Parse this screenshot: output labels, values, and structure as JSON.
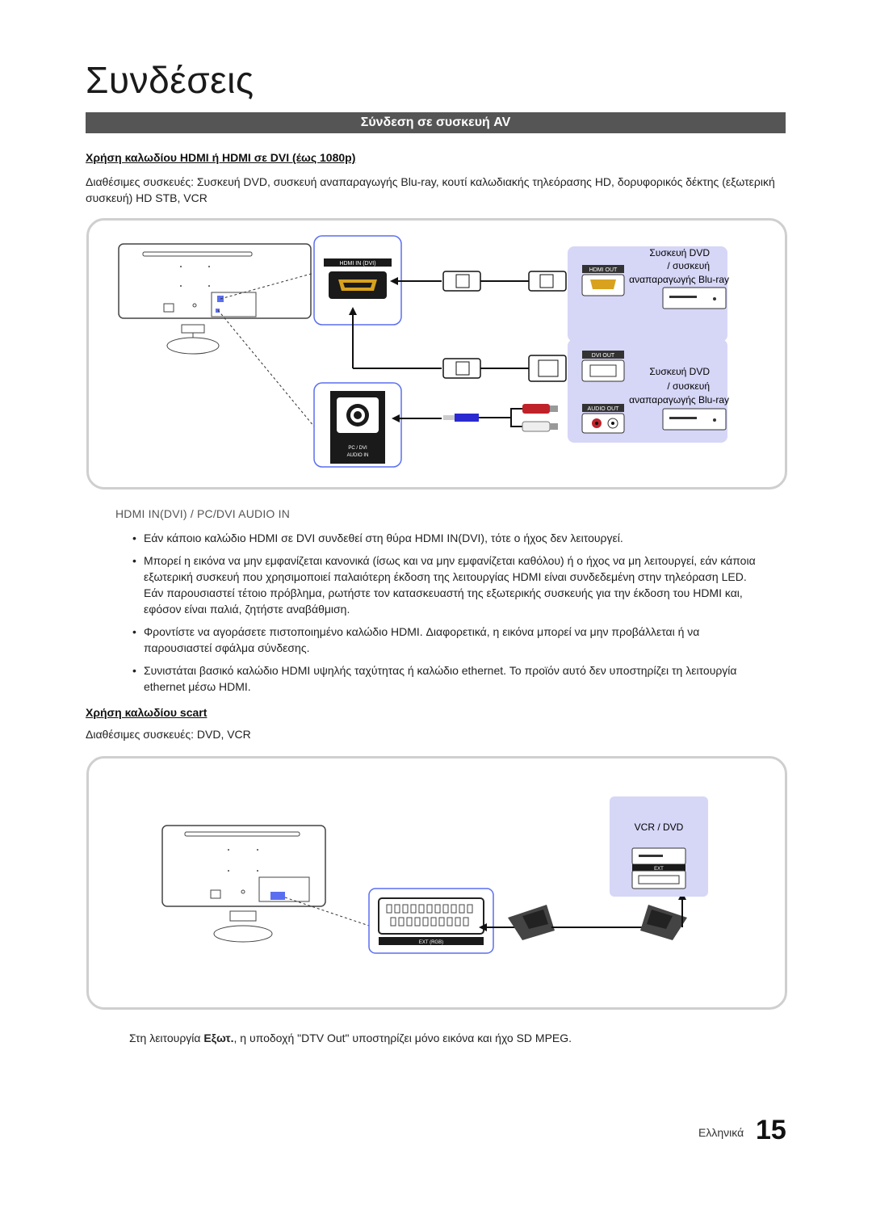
{
  "page": {
    "title": "Συνδέσεις",
    "section_bar": "Σύνδεση σε συσκευή AV",
    "hdmi": {
      "heading": "Χρήση καλωδίου HDMI ή HDMI σε DVI (έως 1080p)",
      "devices_text": "Διαθέσιμες συσκευές: Συσκευή DVD, συσκευή αναπαραγωγής Blu-ray, κουτί καλωδιακής τηλεόρασης HD, δορυφορικός δέκτης (εξωτερική συσκευή) HD STB, VCR",
      "diagram": {
        "hdmi_in_label": "HDMI IN (DVI)",
        "pc_audio_label_1": "PC / DVI",
        "pc_audio_label_2": "AUDIO IN",
        "hdmi_out_label": "HDMI OUT",
        "dvi_out_label": "DVI OUT",
        "audio_out_label": "AUDIO OUT",
        "device1_line1": "Συσκευή DVD",
        "device1_line2": "/ συσκευή",
        "device1_line3": "αναπαραγωγής Blu-ray",
        "device2_line1": "Συσκευή DVD",
        "device2_line2": "/ συσκευή",
        "device2_line3": "αναπαραγωγής Blu-ray"
      },
      "port_heading": "HDMI IN(DVI) / PC/DVI AUDIO IN",
      "bullets": [
        "Εάν κάποιο καλώδιο HDMI σε DVI συνδεθεί στη θύρα HDMI IN(DVI), τότε ο ήχος δεν λειτουργεί.",
        "Μπορεί η εικόνα να μην εμφανίζεται κανονικά (ίσως και να μην εμφανίζεται καθόλου) ή ο ήχος να μη λειτουργεί, εάν κάποια εξωτερική συσκευή που χρησιμοποιεί παλαιότερη έκδοση της λειτουργίας HDMI είναι συνδεδεμένη στην τηλεόραση LED. Εάν παρουσιαστεί τέτοιο πρόβλημα, ρωτήστε τον κατασκευαστή της εξωτερικής συσκευής για την έκδοση του HDMI και, εφόσον είναι παλιά, ζητήστε αναβάθμιση.",
        "Φροντίστε να αγοράσετε πιστοποιημένο καλώδιο HDMI. Διαφορετικά, η εικόνα μπορεί να μην προβάλλεται ή να παρουσιαστεί σφάλμα σύνδεσης.",
        "Συνιστάται βασικό καλώδιο HDMI υψηλής ταχύτητας ή καλώδιο ethernet. Το προϊόν αυτό δεν υποστηρίζει τη λειτουργία ethernet μέσω HDMI."
      ]
    },
    "scart": {
      "heading": "Χρήση καλωδίου scart",
      "devices_text": "Διαθέσιμες συσκευές: DVD, VCR",
      "diagram": {
        "vcr_dvd_label": "VCR / DVD",
        "ext_label": "EXT",
        "ext_rgb_label": "EXT (RGB)"
      },
      "note_prefix": "Στη λειτουργία ",
      "note_bold": "Εξωτ.",
      "note_suffix": ", η υποδοχή \"DTV Out\" υποστηρίζει μόνο εικόνα και ήχο SD MPEG."
    },
    "footer": {
      "language": "Ελληνικά",
      "page_number": "15"
    },
    "colors": {
      "accent_panel": "#d6d6f7",
      "section_bar": "#555555",
      "port_blue": "#2a2ad0"
    }
  }
}
